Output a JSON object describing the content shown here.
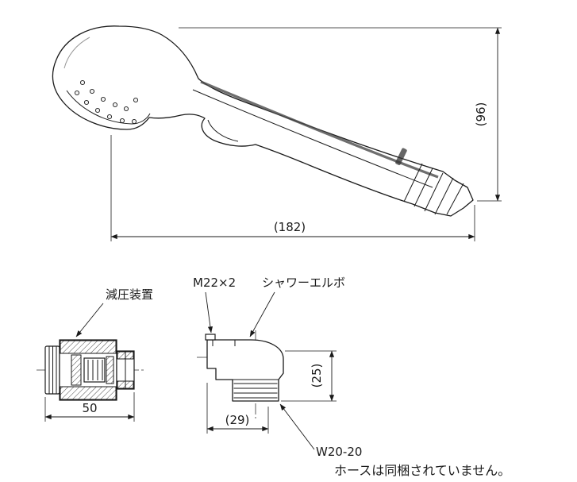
{
  "page": {
    "background": "#ffffff",
    "line_color": "#1a1a1a"
  },
  "main_view": {
    "dim_height": "(96)",
    "dim_width": "(182)"
  },
  "reducer_view": {
    "label": "減圧装置",
    "dim_width": "50"
  },
  "elbow_view": {
    "thread_top_label": "M22×2",
    "part_label": "シャワーエルボ",
    "dim_depth": "(29)",
    "dim_height": "(25)",
    "thread_bottom_label": "W20-20"
  },
  "footnote": "ホースは同梱されていません。"
}
